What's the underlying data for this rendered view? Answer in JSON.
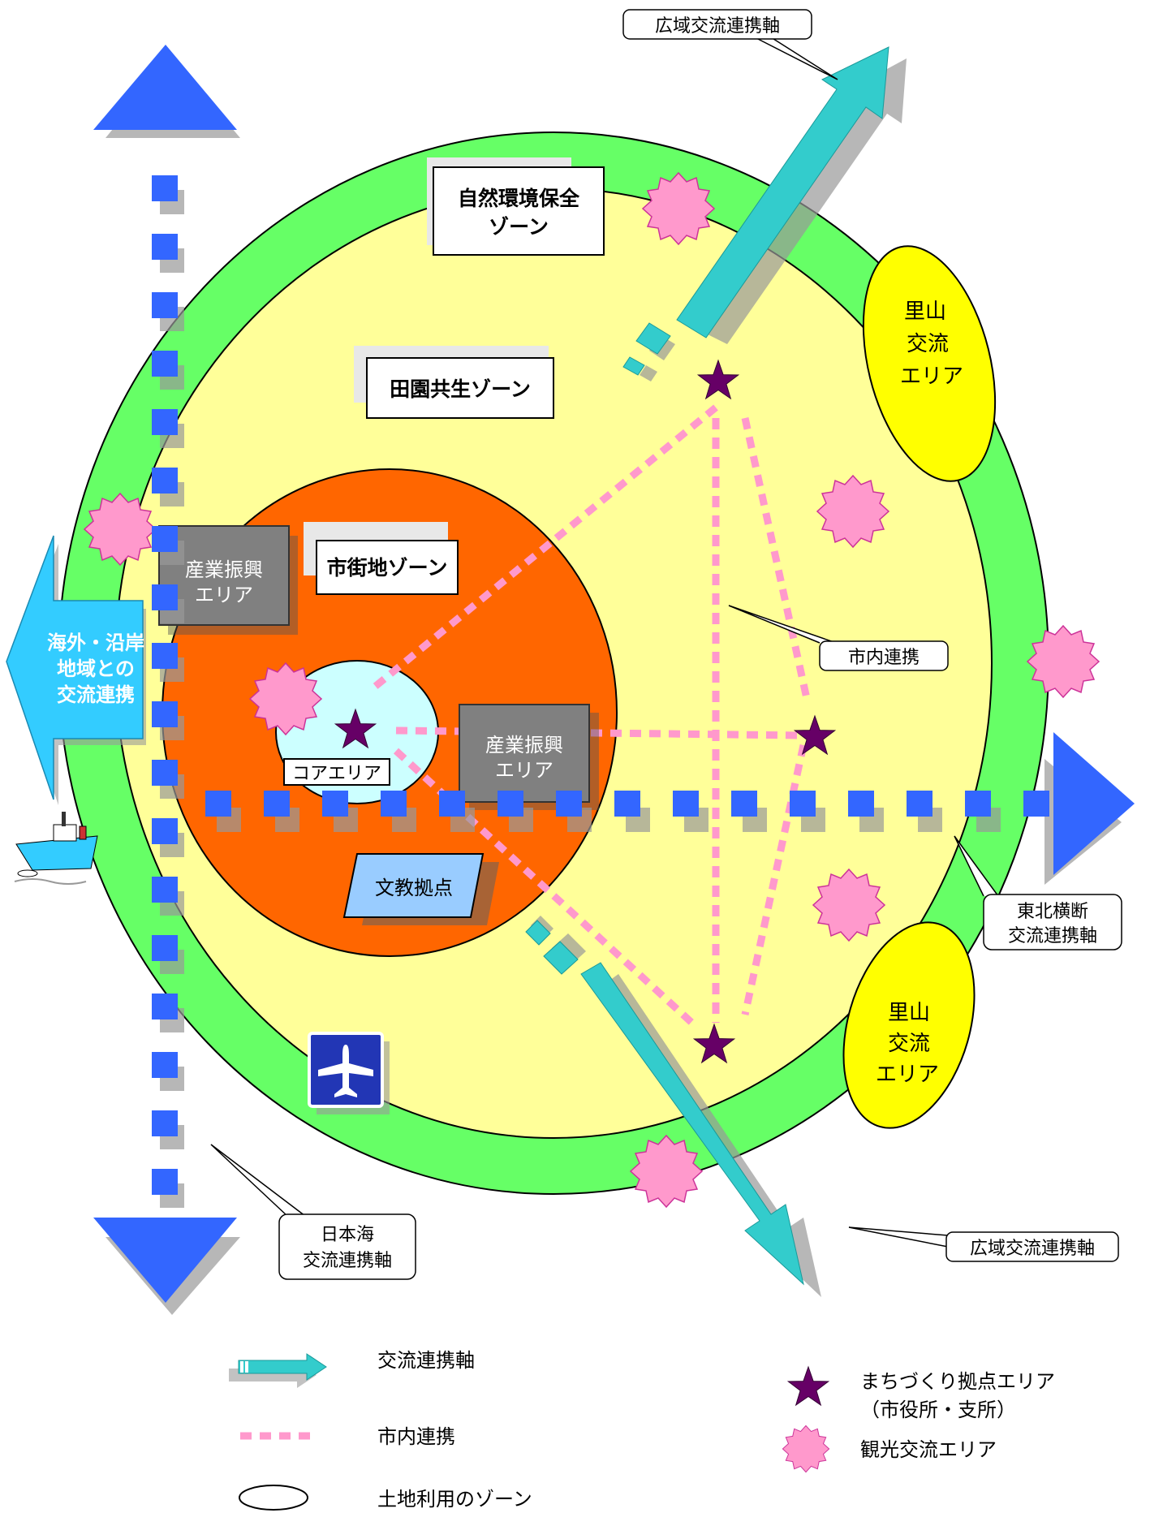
{
  "zones": {
    "nature": "自然環境保全ゾーン",
    "nature_line1": "自然環境保全",
    "nature_line2": "ゾーン",
    "rural": "田園共生ゾーン",
    "urban": "市街地ゾーン",
    "core": "コアエリア"
  },
  "areas": {
    "industry_1_line1": "産業振興",
    "industry_1_line2": "エリア",
    "industry_2_line1": "産業振興",
    "industry_2_line2": "エリア",
    "education": "文教拠点",
    "satoyama_1": [
      "里山",
      "交流",
      "エリア"
    ],
    "satoyama_2": [
      "里山",
      "交流",
      "エリア"
    ],
    "overseas": [
      "海外・沿岸",
      "地域との",
      "交流連携"
    ]
  },
  "callouts": {
    "wide_top": "広域交流連携軸",
    "wide_bottom": "広域交流連携軸",
    "city_link": "市内連携",
    "tohoku_line1": "東北横断",
    "tohoku_line2": "交流連携軸",
    "japan_sea_line1": "日本海",
    "japan_sea_line2": "交流連携軸"
  },
  "legend": {
    "axis": "交流連携軸",
    "city_link": "市内連携",
    "zone": "土地利用のゾーン",
    "base_line1": "まちづくり拠点エリア",
    "base_line2": "（市役所・支所）",
    "tourism": "観光交流エリア"
  },
  "colors": {
    "nature_green": "#66FF66",
    "rural_yellow": "#FFFF99",
    "urban_orange": "#FF6600",
    "core_cyan": "#CCFFFF",
    "axis_blue": "#3366FF",
    "wide_teal": "#33CCCC",
    "star_purple": "#660066",
    "burst_pink": "#FF99CC",
    "satoyama_yellow": "#FFFF00",
    "industry_gray": "#808080",
    "education_blue": "#99CCFF",
    "overseas_blue": "#33CCFF"
  },
  "icons": {
    "airport": "airplane-icon",
    "port": "ship-icon",
    "base": "star-icon",
    "tourism": "burst-icon"
  }
}
